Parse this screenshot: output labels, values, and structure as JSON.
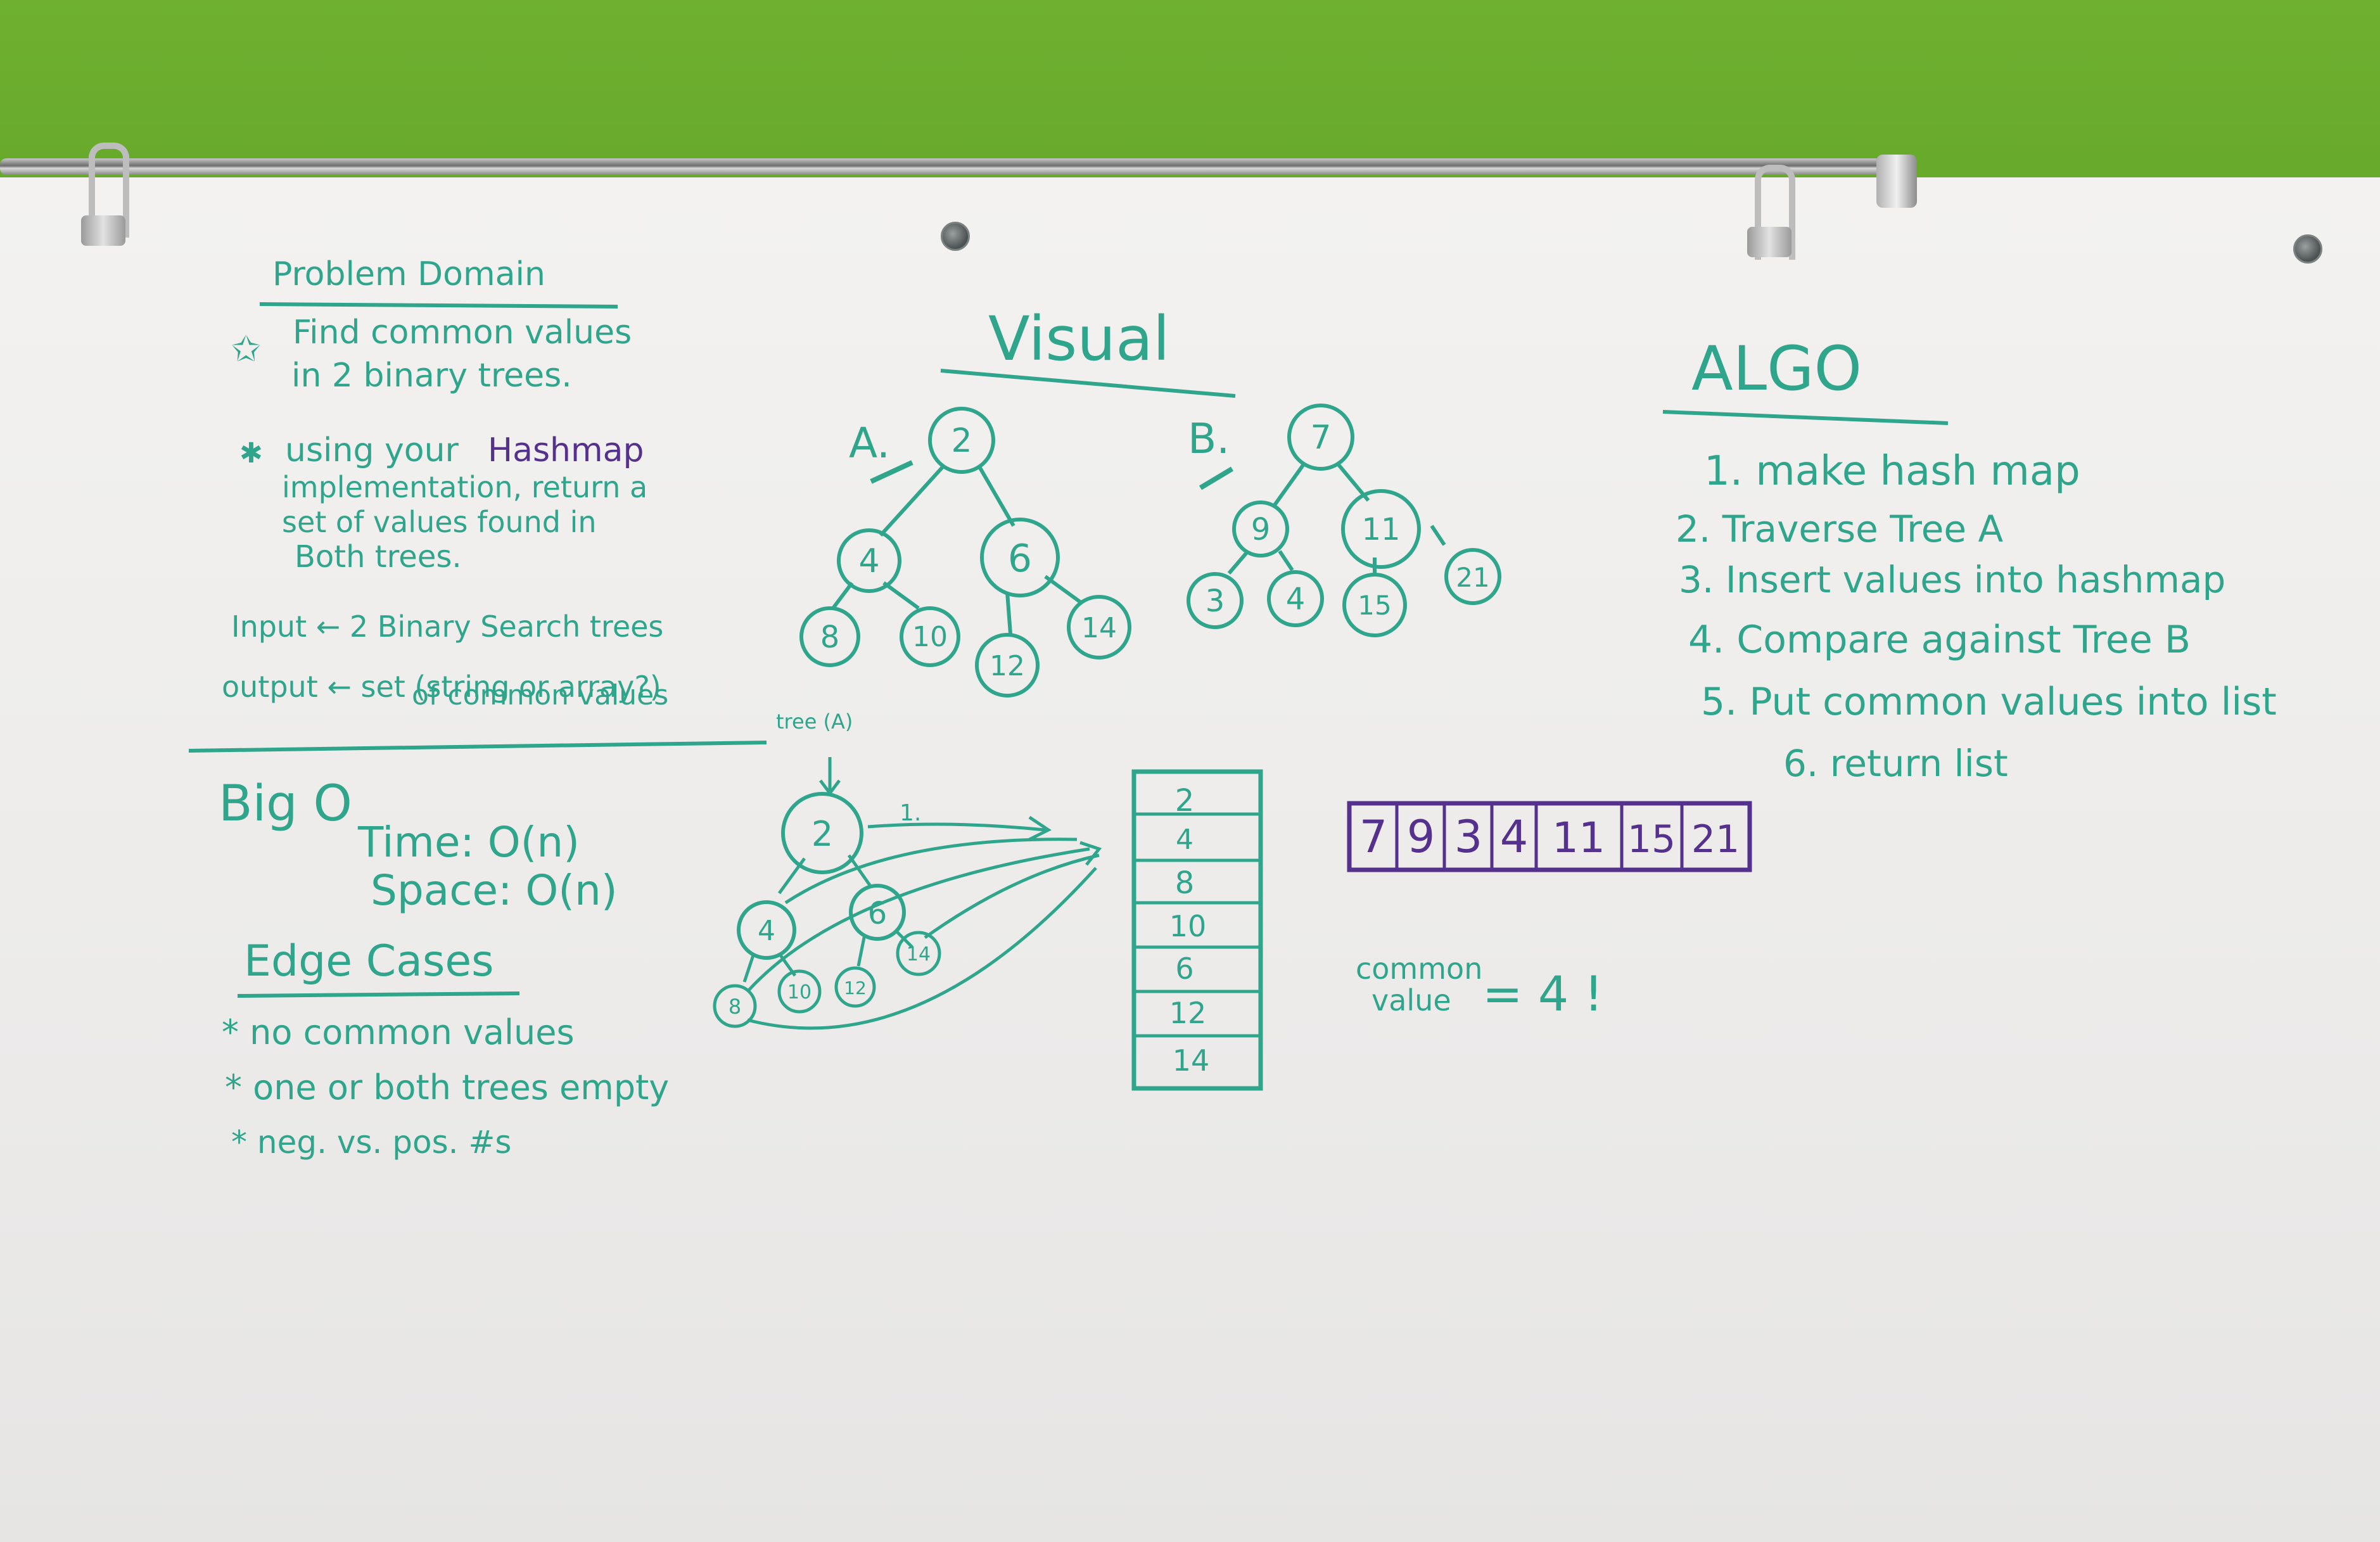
{
  "board": {
    "problem_domain": {
      "title": "Problem Domain",
      "goal_line1": "Find common values",
      "goal_line2": "in 2 binary trees.",
      "hashmap_line1_prefix": "using your",
      "hashmap_line1_word": "Hashmap",
      "hashmap_line2": "implementation, return a",
      "hashmap_line3": "set of values found in",
      "hashmap_line4": "Both trees.",
      "input": "Input ← 2 Binary Search trees",
      "output_line1": "output ← set (string or array?)",
      "output_line2": "of common values"
    },
    "big_o": {
      "title": "Big O",
      "time": "Time: O(n)",
      "space": "Space: O(n)"
    },
    "edge_cases": {
      "title": "Edge Cases",
      "items": [
        "* no common values",
        "* one or both trees empty",
        "* neg. vs. pos. #s"
      ]
    },
    "visual": {
      "title": "Visual",
      "tree_a_label": "A.",
      "tree_a": [
        "2",
        "4",
        "6",
        "8",
        "10",
        "12",
        "14"
      ],
      "tree_b_label": "B.",
      "tree_b": [
        "7",
        "9",
        "11",
        "3",
        "4",
        "15",
        "21"
      ],
      "traversal_label": "tree (A)",
      "traversal_tree": [
        "2",
        "4",
        "6",
        "8",
        "10",
        "12",
        "14"
      ],
      "arrow_step_1": "1.",
      "hashmap_column": [
        "2",
        "4",
        "8",
        "10",
        "6",
        "12",
        "14"
      ],
      "tree_b_row": [
        "7",
        "9",
        "3",
        "4",
        "11",
        "15",
        "21"
      ],
      "common_label_1": "common",
      "common_label_2": "value",
      "common_result": "= 4 !"
    },
    "algo": {
      "title": "ALGO",
      "steps": [
        "1. make hash map",
        "2. Traverse Tree A",
        "3. Insert values into hashmap",
        "4. Compare against Tree B",
        "5. Put common values into list",
        "6. return list"
      ]
    },
    "colors": {
      "teal_marker": "#2fa58c",
      "purple_marker": "#55318e",
      "wall_green": "#6aa52e",
      "board_white": "#efeeec"
    }
  }
}
